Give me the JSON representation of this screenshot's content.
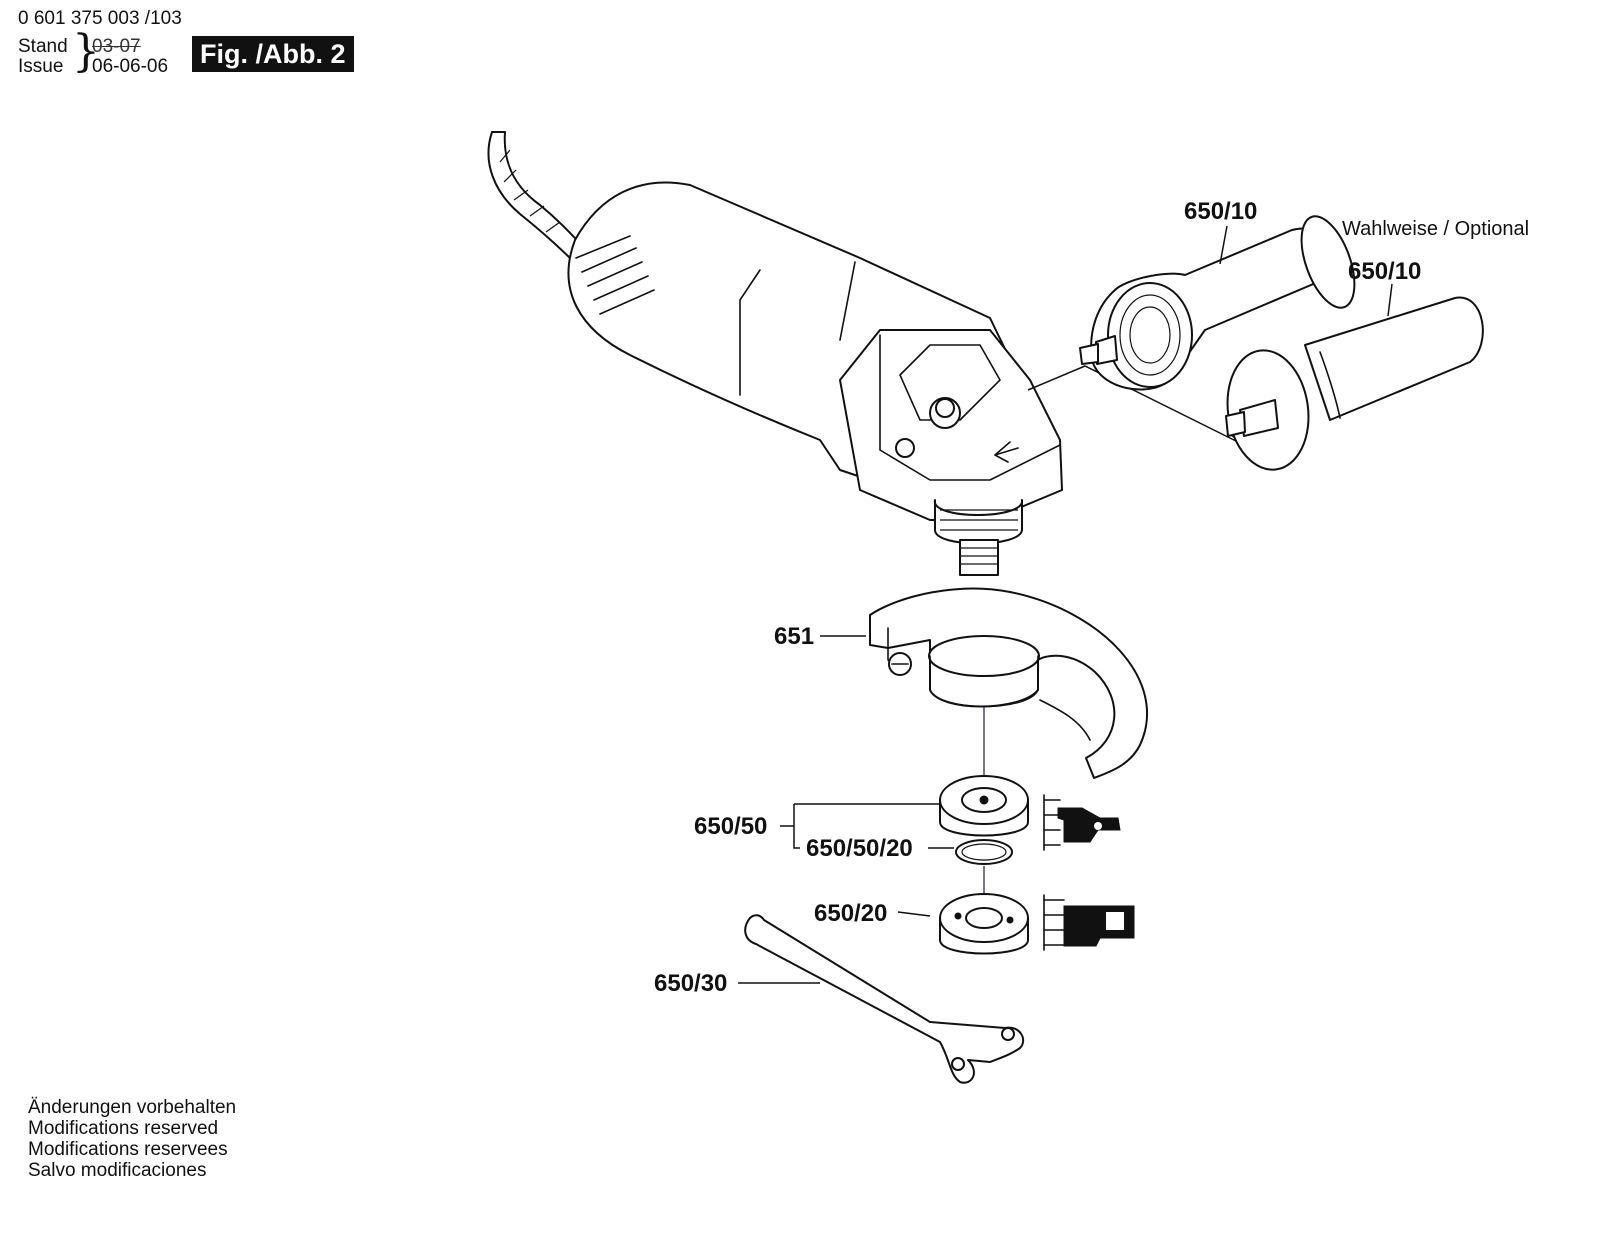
{
  "header": {
    "part_number": "0 601 375 003 /103",
    "stand_label": "Stand",
    "issue_label": "Issue",
    "stand_date": "03-07",
    "issue_date": "06-06-06",
    "figure_label": "Fig. /Abb. 2"
  },
  "callouts": {
    "handle_a": "650/10",
    "handle_b": "650/10",
    "optional_note": "Wahlweise / Optional",
    "guard": "651",
    "flange_assembly": "650/50",
    "o_ring": "650/50/20",
    "clamp_nut": "650/20",
    "spanner": "650/30"
  },
  "footer": {
    "lines": [
      "Änderungen vorbehalten",
      "Modifications reserved",
      "Modifications reservees",
      "Salvo modificaciones"
    ]
  },
  "colors": {
    "axis_line": "#7b7488",
    "ink": "#111111",
    "background": "#ffffff"
  }
}
